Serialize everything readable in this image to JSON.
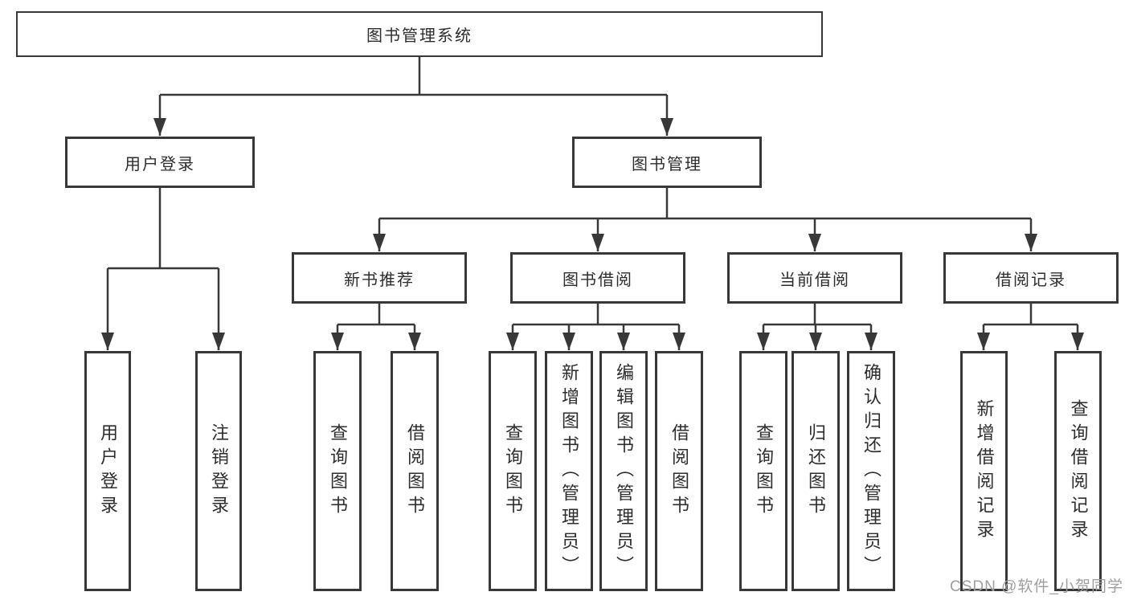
{
  "title": {
    "label": "图书管理系统"
  },
  "branches": [
    {
      "label": "用户登录",
      "children": [
        {
          "label": "用户登录"
        },
        {
          "label": "注销登录"
        }
      ]
    },
    {
      "label": "图书管理",
      "children": [
        {
          "label": "新书推荐",
          "children": [
            {
              "label": "查询图书"
            },
            {
              "label": "借阅图书"
            }
          ]
        },
        {
          "label": "图书借阅",
          "children": [
            {
              "label": "查询图书"
            },
            {
              "label": "新增图书（管理员）"
            },
            {
              "label": "编辑图书（管理员）"
            },
            {
              "label": "借阅图书"
            }
          ]
        },
        {
          "label": "当前借阅",
          "children": [
            {
              "label": "查询图书"
            },
            {
              "label": "归还图书"
            },
            {
              "label": "确认归还（管理员）"
            }
          ]
        },
        {
          "label": "借阅记录",
          "children": [
            {
              "label": "新增借阅记录"
            },
            {
              "label": "查询借阅记录"
            }
          ]
        }
      ]
    }
  ],
  "watermark": "CSDN @软件_小贺同学",
  "colors": {
    "line": "#383838",
    "text": "#2d2d2d",
    "watermark": "#9e9e9e",
    "background": "#ffffff"
  }
}
